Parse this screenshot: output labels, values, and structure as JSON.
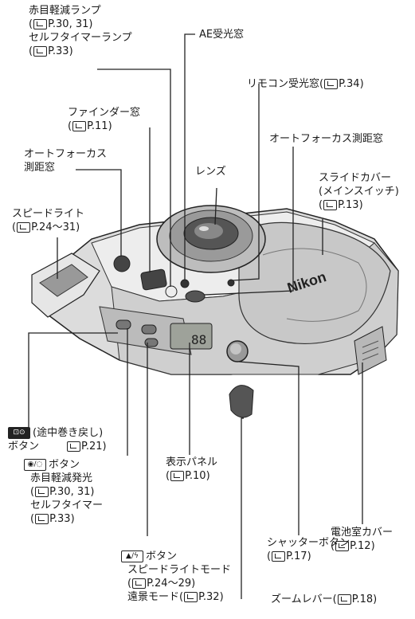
{
  "labels": {
    "redeye_lamp": {
      "line1": "赤目軽減ランプ",
      "ref1": "P.30, 31",
      "line2": "セルフタイマーランプ",
      "ref2": "P.33"
    },
    "ae_window": "AE受光窓",
    "remote_window": {
      "text": "リモコン受光窓(",
      "ref": "P.34)"
    },
    "viewfinder": {
      "line1": "ファインダー窓",
      "ref": "P.11"
    },
    "af_window_right": "オートフォーカス測距窓",
    "af_window_left": {
      "line1": "オートフォーカス",
      "line2": "測距窓"
    },
    "lens": "レンズ",
    "slide_cover": {
      "line1": "スライドカバー",
      "line2": "(メインスイッチ)",
      "ref": "P.13"
    },
    "speedlight": {
      "line1": "スピードライト",
      "ref": "P.24～31"
    },
    "rewind_button": {
      "icon": "⊡⊙",
      "line1": "(途中巻き戻し)",
      "line2": "ボタン",
      "ref": "P.21)"
    },
    "display_panel": {
      "line1": "表示パネル",
      "ref": "P.10"
    },
    "battery_cover": {
      "line1": "電池室カバー",
      "ref": "P.12"
    },
    "redeye_button": {
      "icon": "◉/◌",
      "title": "ボタン",
      "line1": "赤目軽減発光",
      "ref1": "P.30, 31",
      "line2": "セルフタイマー",
      "ref2": "P.33"
    },
    "shutter": {
      "line1": "シャッターボタン",
      "ref": "P.17"
    },
    "zoom": {
      "text": "ズームレバー(",
      "ref": "P.18)"
    },
    "flash_button": {
      "icon": "▲/ϟ",
      "title": "ボタン",
      "line1": "スピードライトモード",
      "ref1": "P.24～29",
      "line2": "遠景モード(",
      "ref2": "P.32)"
    }
  },
  "camera_text": {
    "brand": "Nikon",
    "lcd": "88"
  }
}
